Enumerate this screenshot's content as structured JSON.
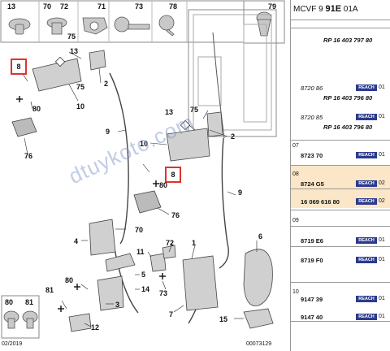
{
  "header": {
    "prefix": "MCVF 9 ",
    "bold": "91E",
    "suffix": " 01A",
    "corner_num": "79"
  },
  "thumbs": [
    "13",
    "70",
    "72",
    "71",
    "73",
    "78",
    "75",
    "79",
    "80",
    "81"
  ],
  "callouts": {
    "c8a": "8",
    "c13a": "13",
    "c75a": "75",
    "c2a": "2",
    "c80a": "80",
    "c10a": "10",
    "c76a": "76",
    "c9a": "9",
    "c13b": "13",
    "c75b": "75",
    "c2b": "2",
    "c10b": "10",
    "c8b": "8",
    "c80b": "80",
    "c76b": "76",
    "c9b": "9",
    "c70": "70",
    "c4": "4",
    "c6": "6",
    "c72": "72",
    "c1": "1",
    "c11": "11",
    "c5": "5",
    "c14": "14",
    "c80c": "80",
    "c73": "73",
    "c81": "81",
    "c3": "3",
    "c7": "7",
    "c12": "12",
    "c15": "15"
  },
  "footer": {
    "date": "02/2019",
    "code": "00073129"
  },
  "watermark": "dtuykoto.com",
  "parts_panel": {
    "rows": [
      {
        "grp": "",
        "ref": "RP 16 403 797 80",
        "italic": false,
        "reach": false,
        "sfx": ""
      },
      {
        "grp": "",
        "ref": "8720 86",
        "italic": true,
        "reach": true,
        "reach_label": "REACH",
        "sfx": "01"
      },
      {
        "grp": "",
        "ref": "RP 16 403 796 80",
        "italic": false,
        "reach": false,
        "sfx": ""
      },
      {
        "grp": "",
        "ref": "8720 85",
        "italic": true,
        "reach": true,
        "reach_label": "REACH",
        "sfx": "01"
      },
      {
        "grp": "",
        "ref": "RP 16 403 796 80",
        "italic": false,
        "reach": false,
        "sfx": ""
      },
      {
        "grp": "07",
        "ref": "",
        "italic": false,
        "reach": false,
        "sfx": ""
      },
      {
        "grp": "",
        "ref": "8723 70",
        "italic": false,
        "reach": true,
        "reach_label": "REACH",
        "sfx": "01"
      },
      {
        "grp": "08",
        "ref": "",
        "italic": false,
        "reach": false,
        "sfx": ""
      },
      {
        "grp": "",
        "ref": "8724 G5",
        "italic": false,
        "reach": true,
        "reach_label": "REACH",
        "sfx": "02"
      },
      {
        "grp": "",
        "ref": "16 069 616 80",
        "italic": false,
        "reach": true,
        "reach_label": "REACH",
        "sfx": "02"
      },
      {
        "grp": "09",
        "ref": "",
        "italic": false,
        "reach": false,
        "sfx": ""
      },
      {
        "grp": "",
        "ref": "8719 E6",
        "italic": false,
        "reach": true,
        "reach_label": "REACH",
        "sfx": "01"
      },
      {
        "grp": "",
        "ref": "8719 F0",
        "italic": false,
        "reach": true,
        "reach_label": "REACH",
        "sfx": "01"
      },
      {
        "grp": "10",
        "ref": "",
        "italic": false,
        "reach": false,
        "sfx": ""
      },
      {
        "grp": "",
        "ref": "9147 39",
        "italic": false,
        "reach": true,
        "reach_label": "REACH",
        "sfx": "01"
      },
      {
        "grp": "",
        "ref": "9147 40",
        "italic": false,
        "reach": true,
        "reach_label": "REACH",
        "sfx": "01"
      }
    ]
  }
}
